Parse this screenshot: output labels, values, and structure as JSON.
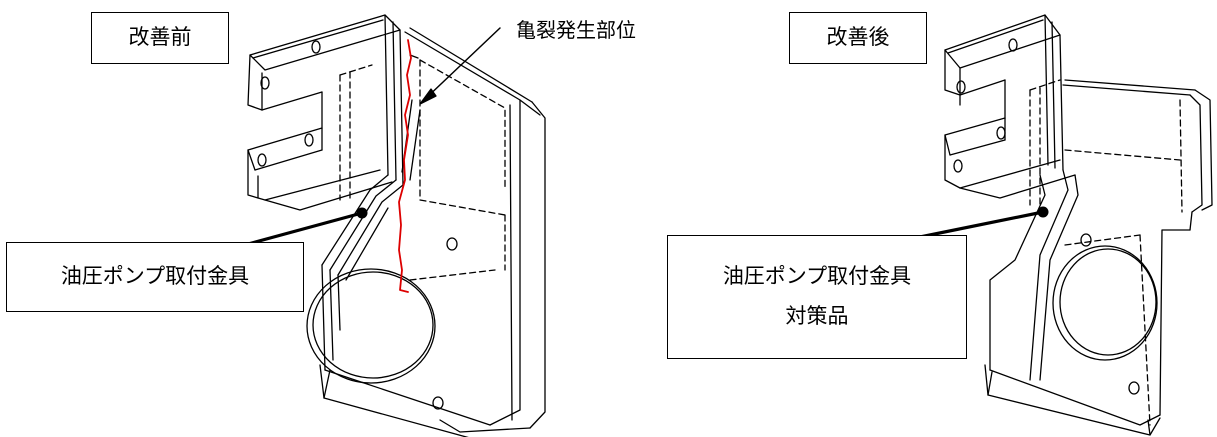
{
  "colors": {
    "line": "#000000",
    "crack": "#dd0000",
    "background": "#ffffff"
  },
  "before": {
    "title": "改善前",
    "part_label": "油圧ポンプ取付金具",
    "crack_label": "亀裂発生部位"
  },
  "after": {
    "title": "改善後",
    "part_label_line1": "油圧ポンプ取付金具",
    "part_label_line2": "対策品"
  }
}
